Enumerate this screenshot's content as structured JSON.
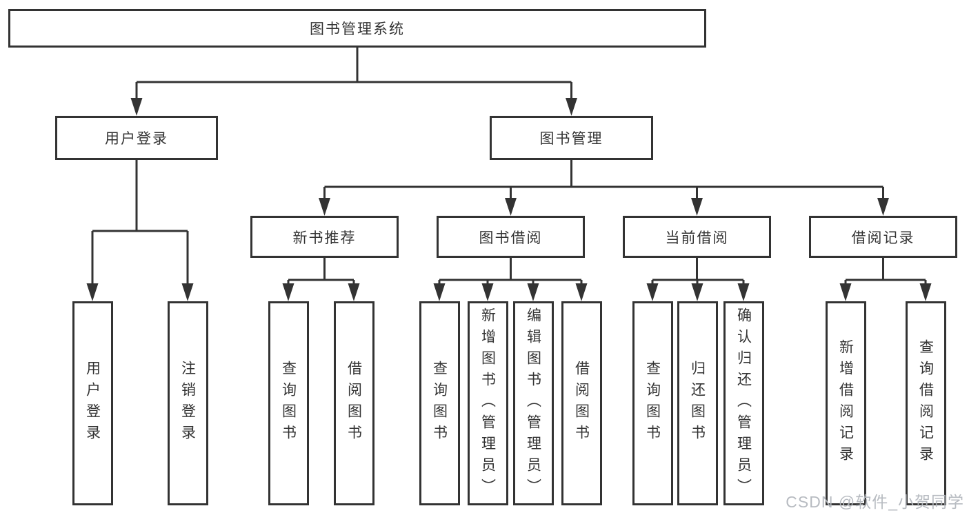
{
  "diagram": {
    "colors": {
      "line": "#333333",
      "text": "#333333",
      "background": "#ffffff",
      "watermark": "#b4b8be"
    },
    "tree": {
      "label": "图书管理系统",
      "children": [
        {
          "label": "用户登录",
          "children": [
            {
              "label": "用户登录"
            },
            {
              "label": "注销登录"
            }
          ]
        },
        {
          "label": "图书管理",
          "children": [
            {
              "label": "新书推荐",
              "children": [
                {
                  "label": "查询图书"
                },
                {
                  "label": "借阅图书"
                }
              ]
            },
            {
              "label": "图书借阅",
              "children": [
                {
                  "label": "查询图书"
                },
                {
                  "label": "新增图书（管理员）"
                },
                {
                  "label": "编辑图书（管理员）"
                },
                {
                  "label": "借阅图书"
                }
              ]
            },
            {
              "label": "当前借阅",
              "children": [
                {
                  "label": "查询图书"
                },
                {
                  "label": "归还图书"
                },
                {
                  "label": "确认归还（管理员）"
                }
              ]
            },
            {
              "label": "借阅记录",
              "children": [
                {
                  "label": "新增借阅记录"
                },
                {
                  "label": "查询借阅记录"
                }
              ]
            }
          ]
        }
      ]
    },
    "watermark": {
      "text": "CSDN @软件_小贺同学"
    }
  }
}
